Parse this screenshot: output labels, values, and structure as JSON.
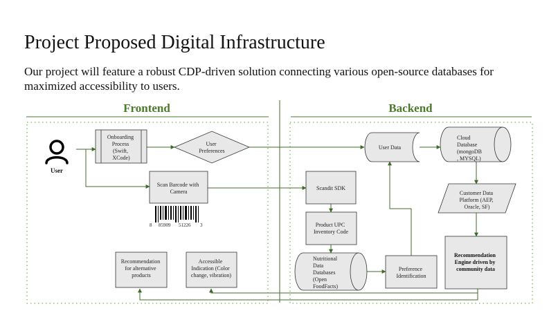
{
  "title": "Project Proposed Digital Infrastructure",
  "subtitle": "Our project will feature a robust CDP-driven solution connecting various open-source databases for maximized accessibility to users.",
  "sections": {
    "frontend": "Frontend",
    "backend": "Backend"
  },
  "nodes": {
    "user": [
      "User"
    ],
    "onboarding": [
      "Onboarding",
      "Process",
      "(Swift,",
      "XCode)"
    ],
    "preferences": [
      "User",
      "Preferences"
    ],
    "scan": [
      "Scan Barcode with",
      "Camera"
    ],
    "barcode": [
      "8",
      "85909",
      "51226",
      "3"
    ],
    "rec_alt": [
      "Recommendation",
      "for alternative",
      "products"
    ],
    "accessible": [
      "Accessible",
      "Indication (Color",
      "change, vibration)"
    ],
    "user_data": [
      "User Data"
    ],
    "cloud_db": [
      "Cloud",
      "Database",
      "(mongoDB",
      ", MYSQL)"
    ],
    "cdp": [
      "Customer Data",
      "Platform (AEP,",
      "Oracle, SF)"
    ],
    "scandit": [
      "Scandit SDK"
    ],
    "upc": [
      "Product UPC",
      "Inventory Code"
    ],
    "nutrition_db": [
      "Nutritional",
      "Data",
      "Databases",
      "(Open",
      "FoodFacts)"
    ],
    "pref_id": [
      "Preference",
      "Identification"
    ],
    "rec_engine": [
      "Recommendation",
      "Engine driven by",
      "community data"
    ]
  },
  "colors": {
    "accent": "#4a7a2a",
    "box_fill": "#e8e8e8",
    "border": "#333333"
  }
}
